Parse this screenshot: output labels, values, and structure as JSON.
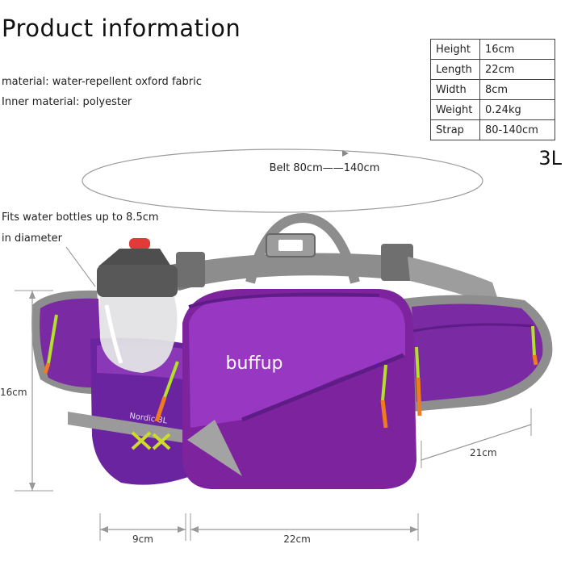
{
  "title": "Product information",
  "material": {
    "outer": "material: water-repellent oxford fabric",
    "inner": "Inner material: polyester"
  },
  "specs": [
    {
      "label": "Height",
      "value": "16cm"
    },
    {
      "label": "Length",
      "value": "22cm"
    },
    {
      "label": "Width",
      "value": "8cm"
    },
    {
      "label": "Weight",
      "value": "0.24kg"
    },
    {
      "label": "Strap",
      "value": "80-140cm"
    }
  ],
  "capacity": "3L",
  "belt_label": "Belt  80cm——140cm",
  "bottle_note": {
    "line1": "Fits water bottles up to 8.5cm",
    "line2": "in diameter"
  },
  "brand": "buffup",
  "model_tag": "Nordic 3L",
  "dimensions": {
    "height": "16cm",
    "depth": "21cm",
    "pocket_width": "9cm",
    "length": "22cm"
  },
  "colors": {
    "purple_main": "#8a2fb0",
    "purple_dark": "#5e1d86",
    "gray_strap": "#9a9a9a",
    "zipper_green": "#b4e02a",
    "zipper_orange": "#f07a1e"
  }
}
